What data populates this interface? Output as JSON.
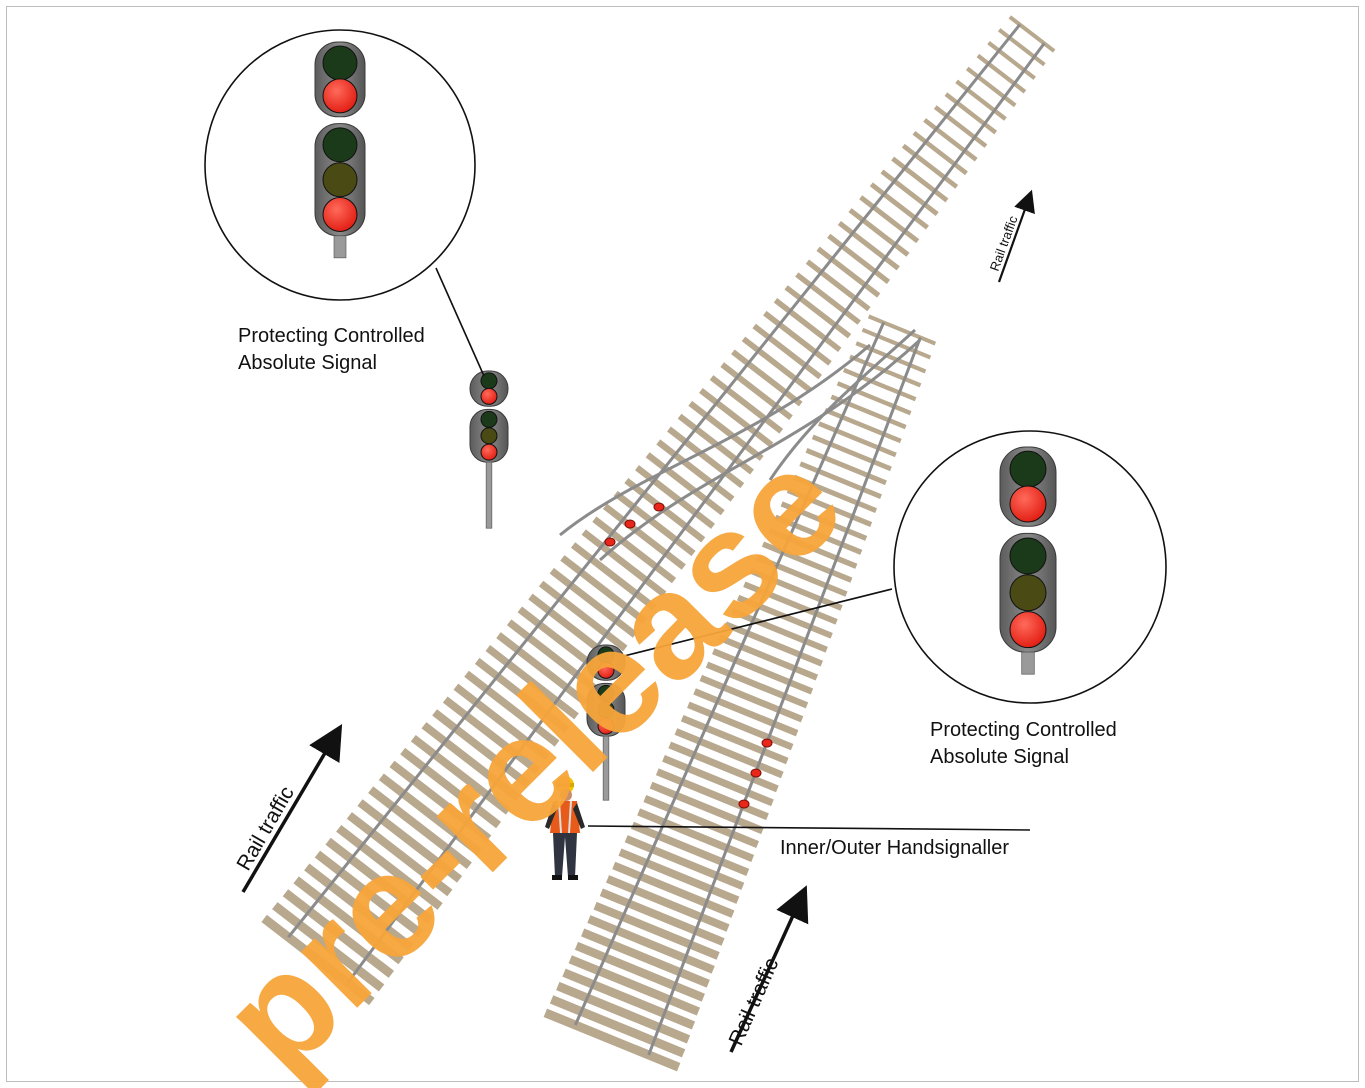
{
  "diagram": {
    "signal_label_top": [
      "Protecting Controlled",
      "Absolute Signal"
    ],
    "signal_label_right": [
      "Protecting Controlled",
      "Absolute Signal"
    ],
    "handsignaller_label": "Inner/Outer Handsignaller",
    "rail_traffic_left": "Rail traffic",
    "rail_traffic_bottom": "Rail traffic",
    "rail_traffic_top": "Rail traffic",
    "watermark": "pre-release"
  },
  "colors": {
    "sleeper": "#b8a88e",
    "rail": "#8b8b8b",
    "signal_red": "#ee2211",
    "signal_green_off": "#1a3a1a",
    "signal_yellow_off": "#4a4a15",
    "watermark": "#f7a43a",
    "detonator": "#e8261a"
  }
}
